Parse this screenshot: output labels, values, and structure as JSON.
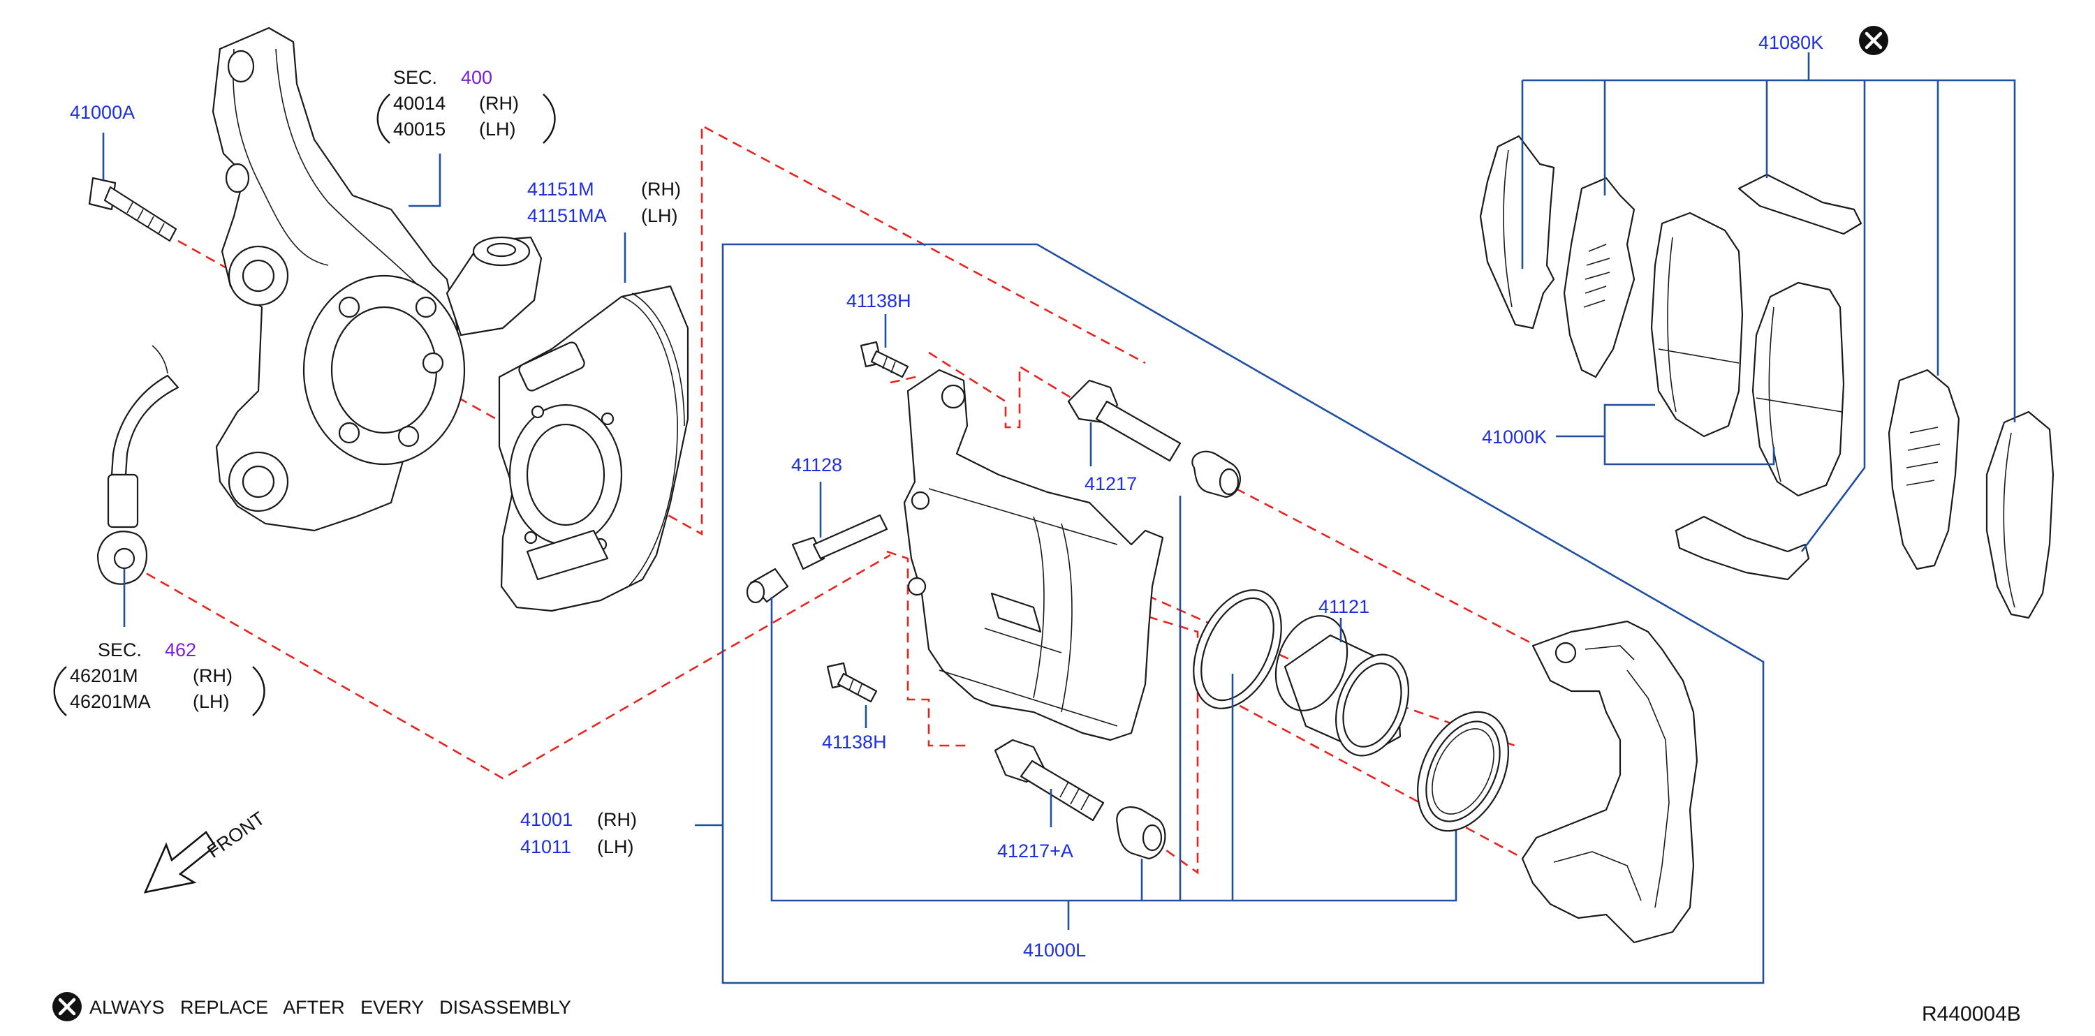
{
  "colors": {
    "part_number": "#1d2fe0",
    "section_number": "#7a1fd6",
    "leader_line": "#1f4fa0",
    "dashed_line": "#e8231e",
    "text": "#111111"
  },
  "labels": {
    "p41000A": "41000A",
    "sec400": {
      "prefix": "SEC.",
      "num": "400",
      "rh_pn": "40014",
      "rh": "(RH)",
      "lh_pn": "40015",
      "lh": "(LH)"
    },
    "shield": {
      "rh_pn": "41151M",
      "rh": "(RH)",
      "lh_pn": "41151MA",
      "lh": "(LH)"
    },
    "bolt_upper": "41138H",
    "bolt_lower": "41138H",
    "p41128": "41128",
    "p41217": "41217",
    "p41217A": "41217+A",
    "p41121": "41121",
    "sec462": {
      "prefix": "SEC.",
      "num": "462",
      "rh_pn": "46201M",
      "rh": "(RH)",
      "lh_pn": "46201MA",
      "lh": "(LH)"
    },
    "caliper": {
      "rh_pn": "41001",
      "rh": "(RH)",
      "lh_pn": "41011",
      "lh": "(LH)"
    },
    "p41000L": "41000L",
    "p41000K": "41000K",
    "p41080K": "41080K",
    "front": "FRONT",
    "note": "ALWAYS   REPLACE   AFTER   EVERY   DISASSEMBLY",
    "diagram_id": "R440004B"
  },
  "icons": {
    "replace_marker": "x-circle-icon",
    "front_arrow": "front-arrow-icon"
  }
}
